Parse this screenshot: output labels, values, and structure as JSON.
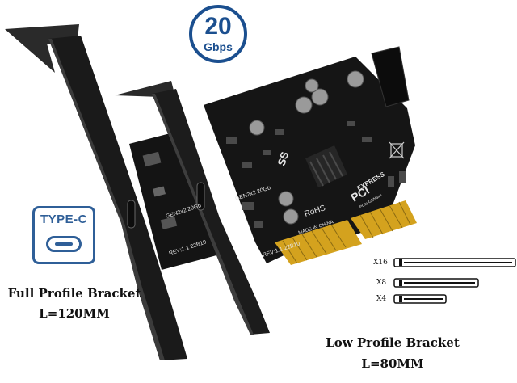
{
  "badge": {
    "value": "20",
    "unit": "Gbps",
    "color": "#1b4f8f"
  },
  "typec_icon": {
    "label": "TYPE-C"
  },
  "full_profile": {
    "title": "Full Profile Bracket",
    "length": "L=120MM"
  },
  "low_profile": {
    "title": "Low Profile Bracket",
    "length": "L=80MM"
  },
  "pcb_text": {
    "rev_a": "REV:1.1 22B10",
    "rev_b": "REV:1.1 22B10",
    "gen_a": "GEN2x2 20Gb",
    "gen_b": "GEN2x2 20Gb",
    "rohs": "RoHS",
    "made_in": "MADE IN CHINA",
    "ss": "SS",
    "pci": "PCI",
    "express": "EXPRESS",
    "gen": "PCIe GEN3x4"
  },
  "slots": [
    {
      "label": "X16"
    },
    {
      "label": "X8"
    },
    {
      "label": "X4"
    }
  ],
  "colors": {
    "pcb": "#151515",
    "bracket": "#1c1c1c",
    "gold": "#d4a21e",
    "accent": "#2f5f98"
  }
}
